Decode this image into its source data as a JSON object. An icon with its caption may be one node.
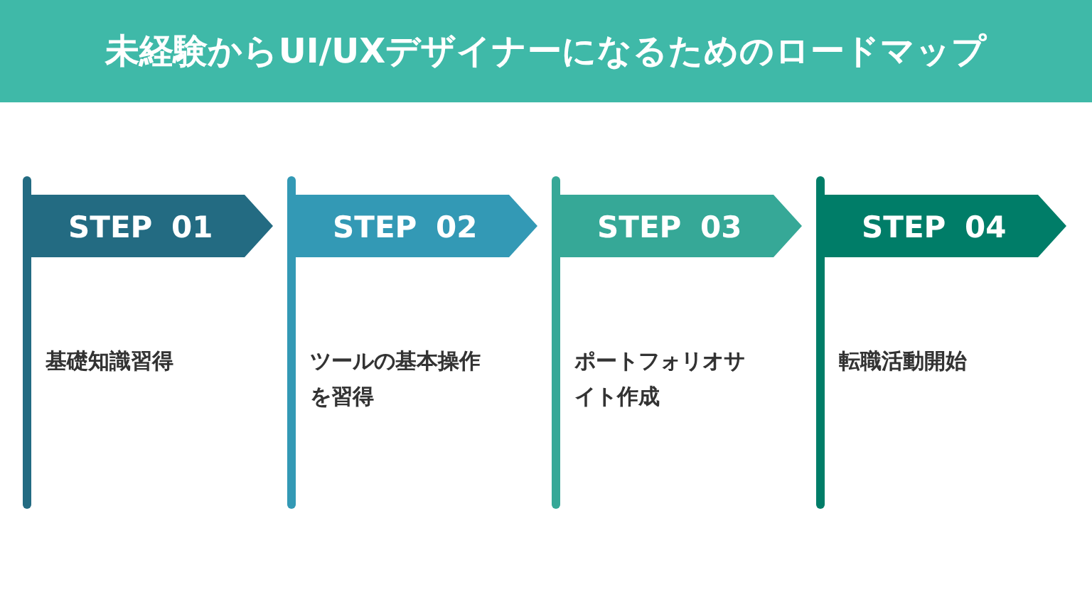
{
  "diagram": {
    "title": "未経験からUI/UXデザイナーになるためのロードマップ",
    "nodes": [
      {
        "text": [
          "STEP 01",
          "基礎知識習得"
        ]
      },
      {
        "text": [
          "STEP 02",
          "ツールの基本操作を習得"
        ]
      },
      {
        "text": [
          "STEP 03",
          "ポートフォリオサイト作成"
        ]
      },
      {
        "text": [
          "STEP 04",
          "転職活動開始"
        ]
      }
    ]
  }
}
